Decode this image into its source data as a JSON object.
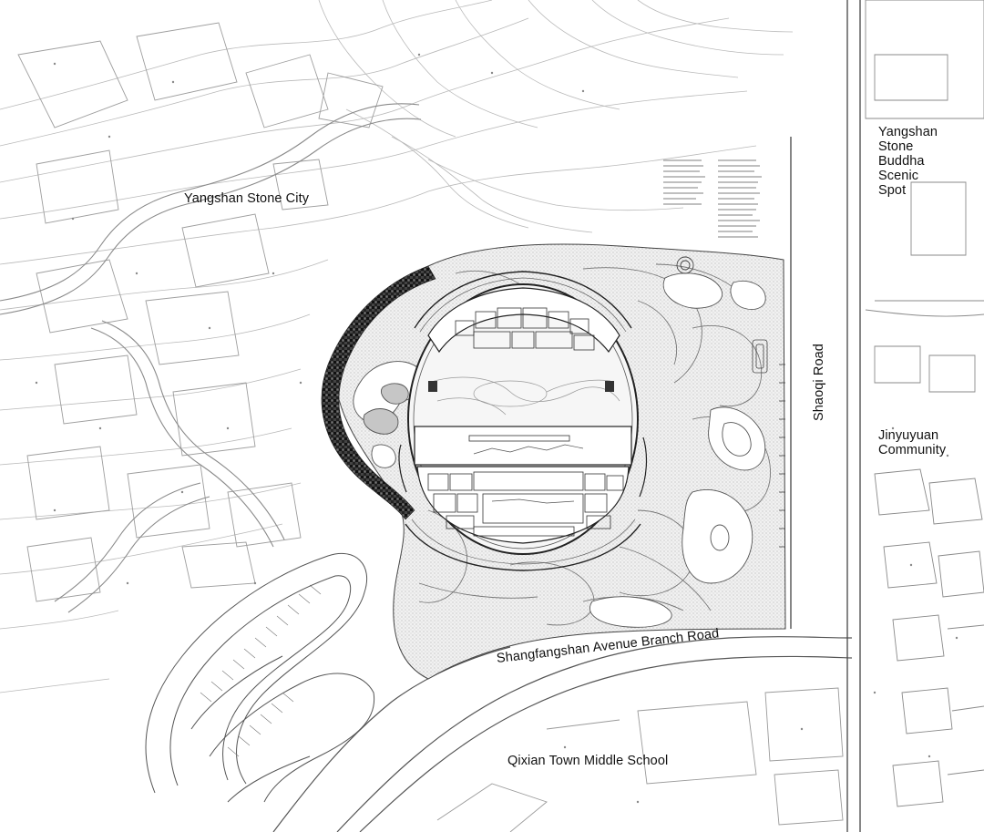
{
  "labels": {
    "stone_city": "Yangshan Stone City",
    "buddha_lines": [
      "Yangshan",
      "Stone",
      "Buddha",
      "Scenic",
      "Spot"
    ],
    "shaoqi_road": "Shaoqi Road",
    "community_lines": [
      "Jinyuyuan",
      "Community"
    ],
    "branch_road": "Shangfangshan Avenue Branch Road",
    "middle_school": "Qixian Town Middle School"
  },
  "colors": {
    "line": "#7a7a7a",
    "line_light": "#b9b9b9",
    "building": "#2b2b2b",
    "hatch": "#dedede",
    "vegetation": "#1a1a1a",
    "water": "#c6c6c6",
    "text": "#111111"
  }
}
